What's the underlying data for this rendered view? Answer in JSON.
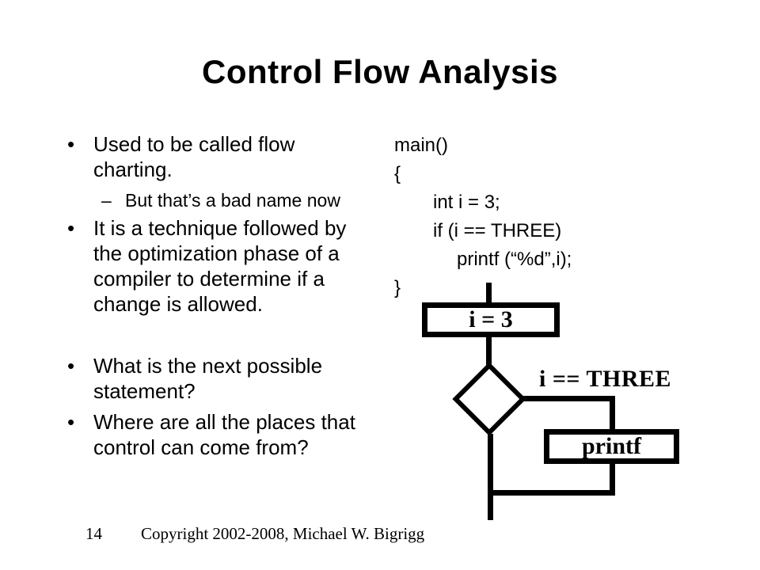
{
  "slide": {
    "title": "Control Flow Analysis",
    "bullet_markers": {
      "level1": "•",
      "level2": "–"
    },
    "bullets": [
      {
        "text": "Used to be called flow charting."
      },
      {
        "text": "But that’s a bad name now"
      },
      {
        "text": "It is a technique followed by the optimization phase of a compiler to determine if a change is allowed."
      },
      {
        "text": "What is the next possible statement?"
      },
      {
        "text": "Where are all the places that control can come from?"
      }
    ],
    "code": {
      "lines": [
        "main()",
        "{",
        "int i = 3;",
        "if (i == THREE)",
        "printf (“%d”,i);",
        "}"
      ]
    },
    "flowchart": {
      "assign_box_label": "i = 3",
      "condition_label": "i == THREE",
      "printf_box_label": "printf"
    },
    "footer": {
      "page_number": "14",
      "copyright": "Copyright 2002-2008, Michael W. Bigrigg"
    }
  }
}
